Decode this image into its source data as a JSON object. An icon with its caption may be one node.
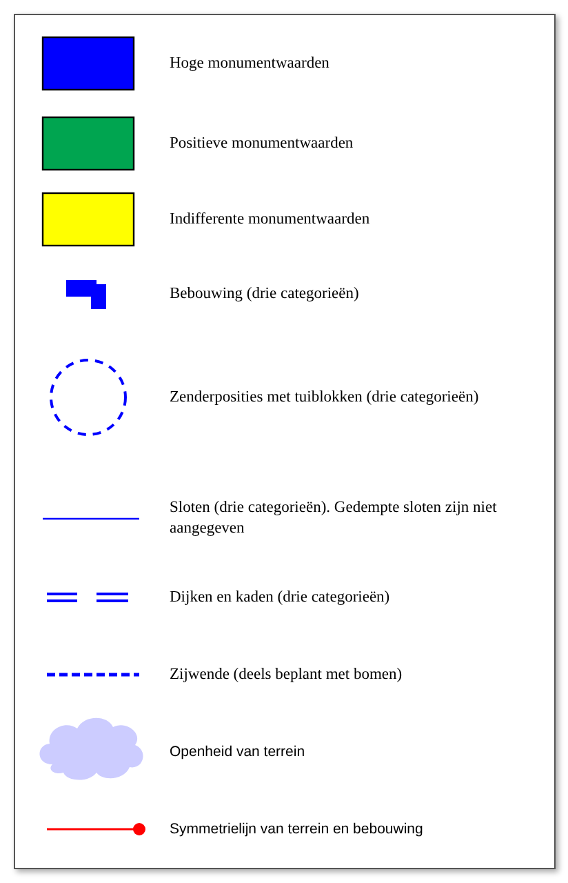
{
  "diagram": {
    "legend": [
      {
        "text": "Hoge monumentwaarden",
        "color": "#0000ff"
      },
      {
        "text": "Positieve monumentwaarden",
        "color": "#00a550"
      },
      {
        "text": "Indifferente monumentwaarden",
        "color": "#ffff00"
      },
      {
        "text": "Bebouwing (drie categorieën)"
      },
      {
        "text": "Zenderposities met tuiblokken (drie categorieën)"
      },
      {
        "text": "Sloten (drie categorieën). Gedempte sloten zijn niet aangegeven"
      },
      {
        "text": "Dijken en kaden (drie categorieën)"
      },
      {
        "text": "Zijwende (deels beplant met bomen)"
      },
      {
        "text": "Openheid van terrein"
      },
      {
        "text": "Symmetrielijn van terrein en bebouwing"
      }
    ]
  }
}
